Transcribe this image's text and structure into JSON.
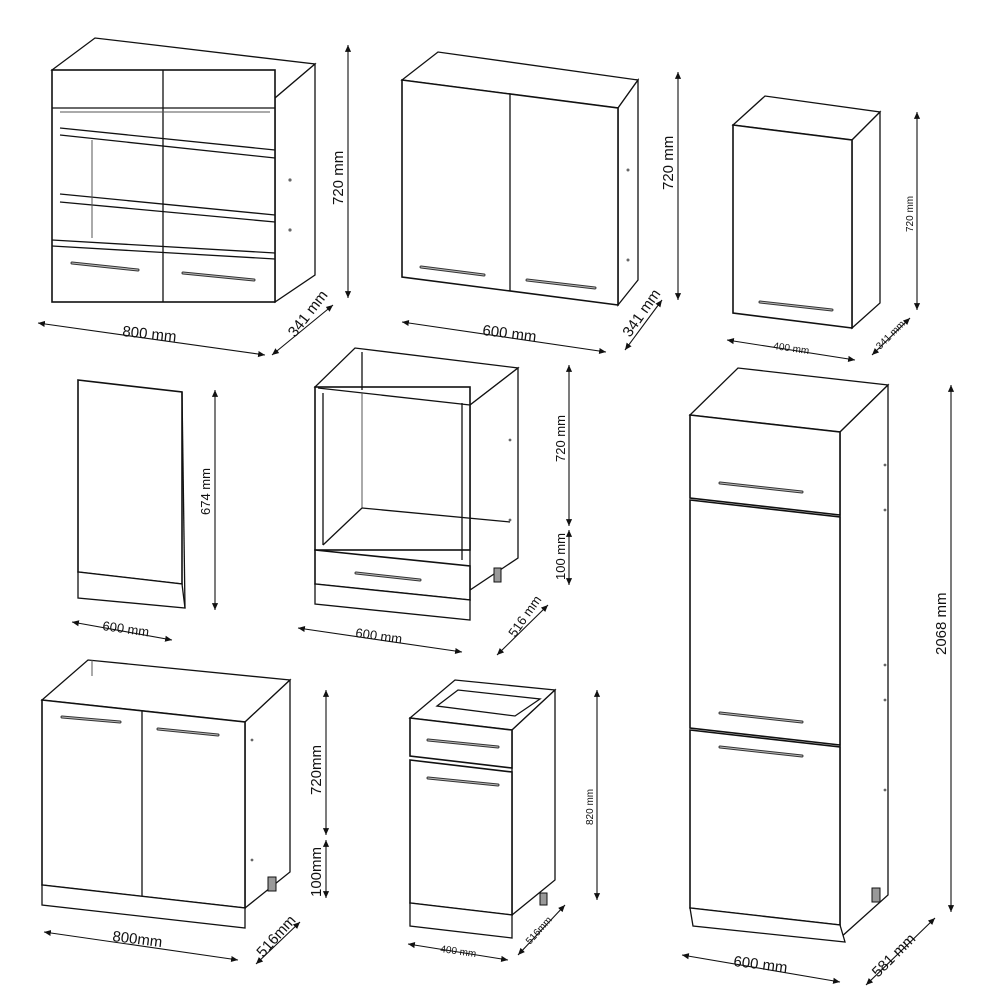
{
  "labels": {
    "c1": {
      "width": "800 mm",
      "height": "720 mm",
      "depth": "341 mm"
    },
    "c2": {
      "width": "600 mm",
      "height": "720 mm",
      "depth": "341 mm"
    },
    "c3": {
      "width": "400 mm",
      "height": "720 mm",
      "depth": "341 mm"
    },
    "panel": {
      "width": "600 mm",
      "height": "674 mm"
    },
    "oven": {
      "width": "600 mm",
      "height_top": "720 mm",
      "height_plinth": "100 mm",
      "depth": "516 mm"
    },
    "sink": {
      "width": "800mm",
      "height_top": "720mm",
      "height_plinth": "100mm",
      "depth": "516mm"
    },
    "drawer": {
      "width": "400 mm",
      "height": "820 mm",
      "depth": "516mm"
    },
    "tall": {
      "width": "600 mm",
      "height": "2068 mm",
      "depth": "581 mm"
    }
  },
  "colors": {
    "line": "#111111",
    "handle": "#333333",
    "background": "#ffffff"
  }
}
